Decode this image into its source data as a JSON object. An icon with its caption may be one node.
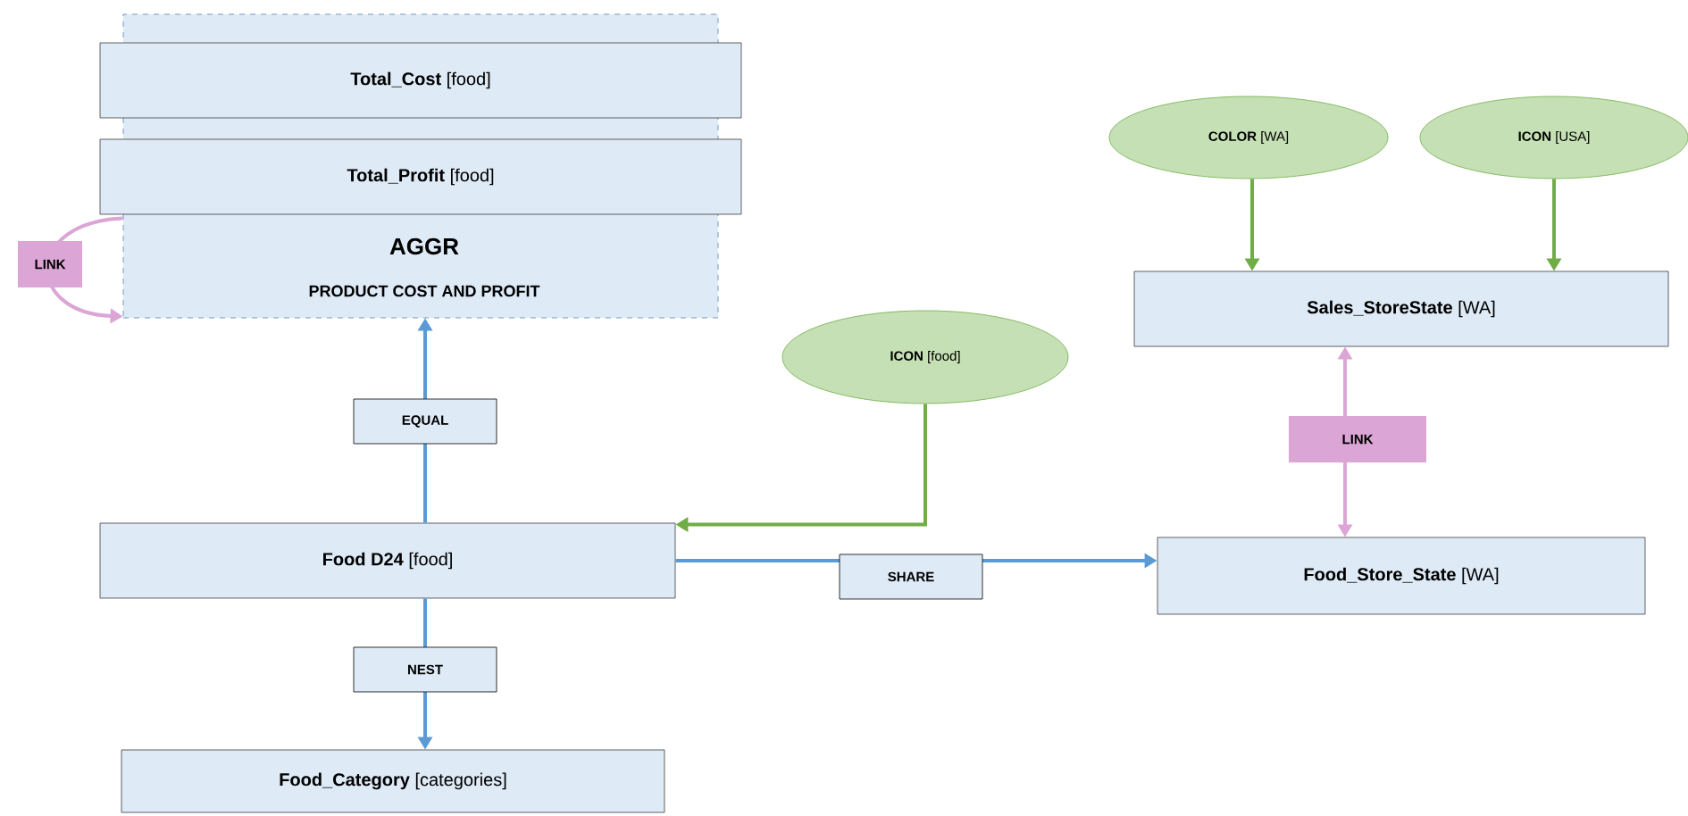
{
  "diagram": {
    "nodes": [
      {
        "text": [
          "AGGR",
          "PRODUCT COST AND PROFIT"
        ]
      },
      {
        "text": [
          "**Total_Cost** [food]"
        ]
      },
      {
        "text": [
          "**Total_Profit** [food]"
        ]
      },
      {
        "text": [
          "**Food D24** [food]"
        ]
      },
      {
        "text": [
          "**Food_Category** [categories]"
        ]
      },
      {
        "text": [
          "**ICON** [food]"
        ]
      },
      {
        "text": [
          "**COLOR** [WA]"
        ]
      },
      {
        "text": [
          "**ICON** [USA]"
        ]
      },
      {
        "text": [
          "**Sales_StoreState** [WA]"
        ]
      },
      {
        "text": [
          "**Food_Store_State** [WA]"
        ]
      }
    ],
    "edges": [
      {
        "from": 0,
        "to": 0,
        "arrow": "to",
        "label": "LINK",
        "color": "#dba5d6"
      },
      {
        "from": 3,
        "to": 0,
        "arrow": "to",
        "label": "EQUAL",
        "color": "#5b9bd5"
      },
      {
        "from": 5,
        "to": 3,
        "arrow": "to",
        "color": "#70ad47"
      },
      {
        "from": 3,
        "to": 9,
        "arrow": "to",
        "label": "SHARE",
        "color": "#5b9bd5"
      },
      {
        "from": 3,
        "to": 4,
        "arrow": "to",
        "label": "NEST",
        "color": "#5b9bd5"
      },
      {
        "from": 6,
        "to": 8,
        "arrow": "to",
        "color": "#70ad47"
      },
      {
        "from": 7,
        "to": 8,
        "arrow": "to",
        "color": "#70ad47"
      },
      {
        "from": 9,
        "to": 8,
        "arrow": "both",
        "label": "LINK",
        "color": "#dba5d6"
      }
    ]
  }
}
